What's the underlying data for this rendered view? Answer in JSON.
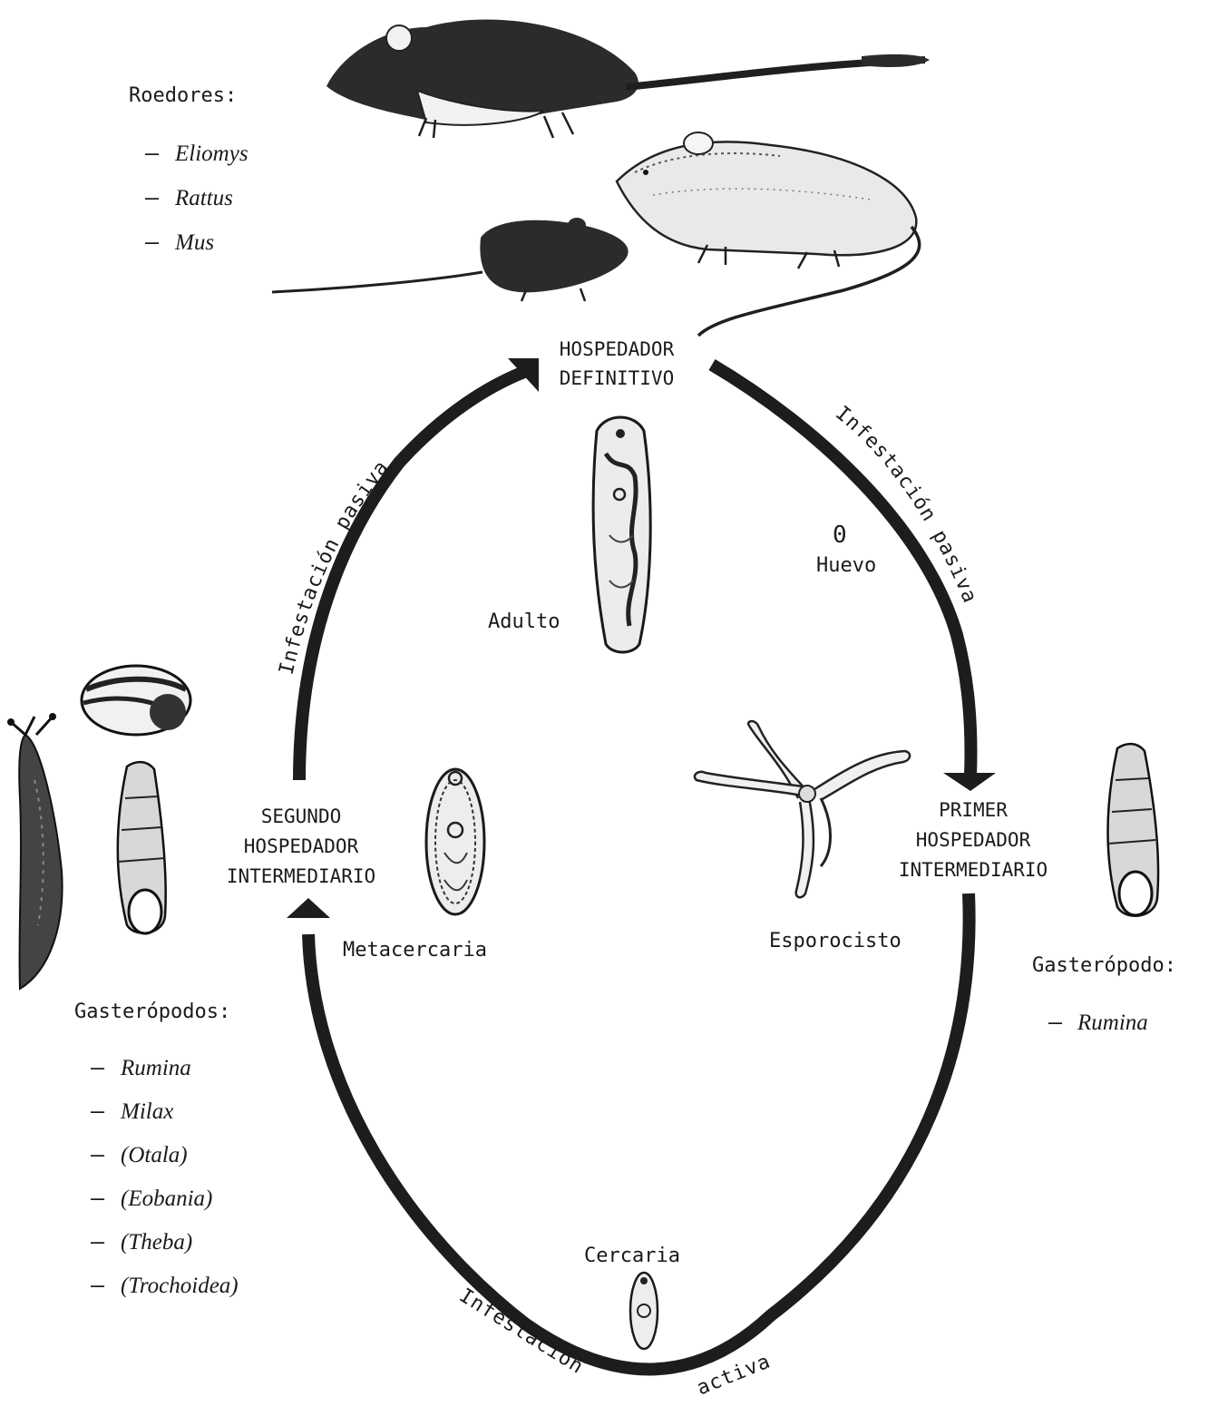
{
  "hosts": {
    "definitive": [
      "HOSPEDADOR",
      "DEFINITIVO"
    ],
    "first_intermediate": [
      "PRIMER",
      "HOSPEDADOR",
      "INTERMEDIARIO"
    ],
    "second_intermediate": [
      "SEGUNDO",
      "HOSPEDADOR",
      "INTERMEDIARIO"
    ]
  },
  "stages": {
    "adult": "Adulto",
    "egg_symbol": "0",
    "egg": "Huevo",
    "sporocyst": "Esporocisto",
    "cercaria": "Cercaria",
    "metacercaria": "Metacercaria"
  },
  "transitions": {
    "passive_definitive_to_first": "Infestación pasiva",
    "passive_second_to_definitive": "Infestación pasiva",
    "active_to_second_word1": "Infestación",
    "active_to_second_word2": "activa"
  },
  "rodents": {
    "title": "Roedores:",
    "items": [
      "Eliomys",
      "Rattus",
      "Mus"
    ]
  },
  "first_host_gastropods": {
    "title": "Gasterópodo:",
    "items": [
      "Rumina"
    ]
  },
  "second_host_gastropods": {
    "title": "Gasterópodos:",
    "items": [
      "Rumina",
      "Milax",
      "(Otala)",
      "(Eobania)",
      "(Theba)",
      "(Trochoidea)"
    ]
  }
}
